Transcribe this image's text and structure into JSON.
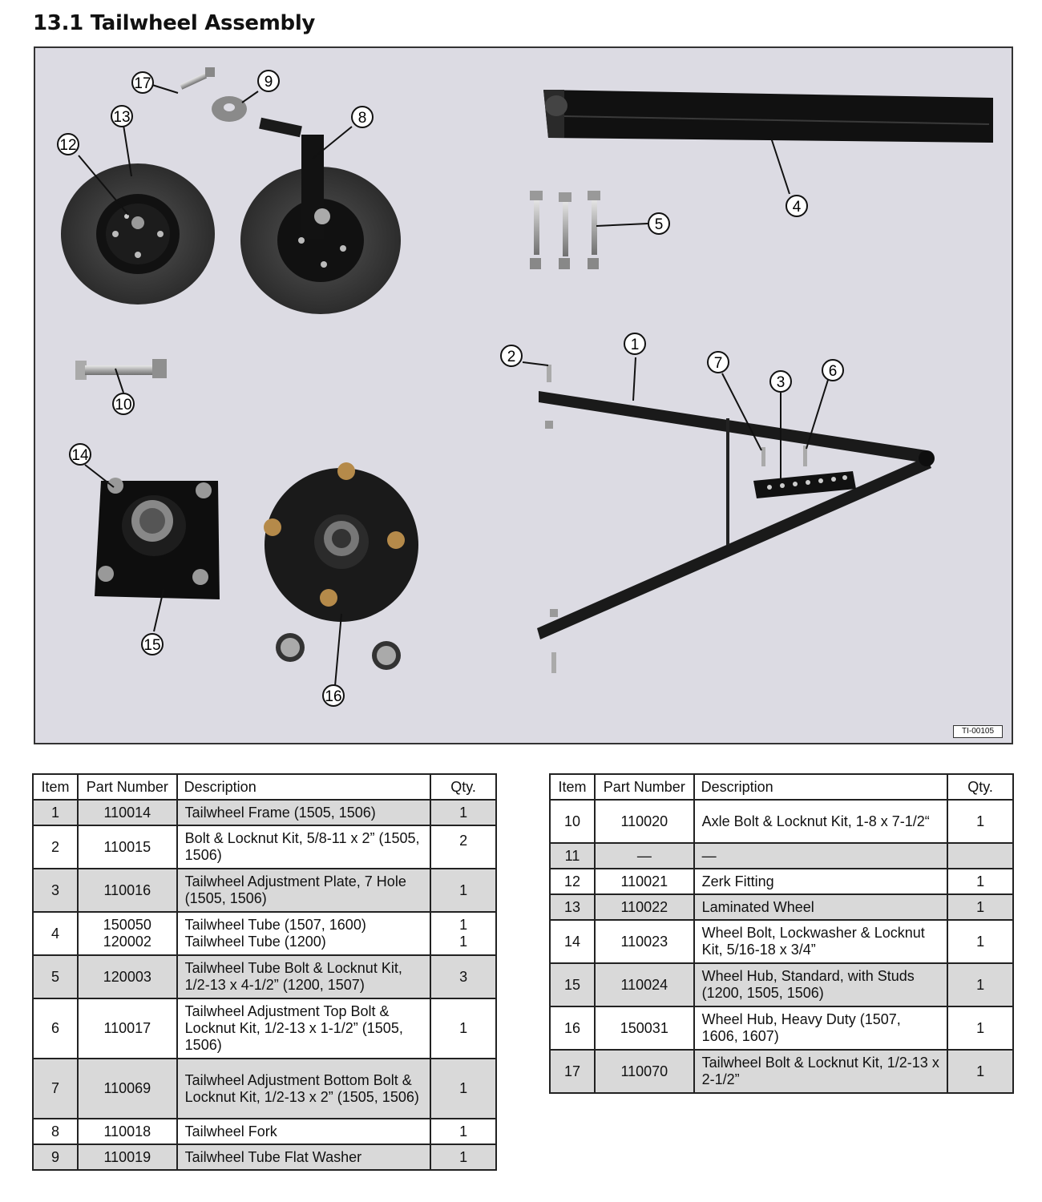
{
  "title": "13.1 Tailwheel Assembly",
  "figure_id": "TI-00105",
  "callouts": [
    "1",
    "2",
    "3",
    "4",
    "5",
    "6",
    "7",
    "8",
    "9",
    "10",
    "12",
    "13",
    "14",
    "15",
    "16",
    "17"
  ],
  "table_headers": {
    "item": "Item",
    "part": "Part Number",
    "desc": "Description",
    "qty": "Qty."
  },
  "left_table": [
    {
      "item": "1",
      "part": "110014",
      "desc": "Tailwheel Frame (1505, 1506)",
      "qty": "1"
    },
    {
      "item": "2",
      "part": "110015",
      "desc": "Bolt & Locknut Kit, 5/8-11 x 2” (1505, 1506)",
      "qty": "2"
    },
    {
      "item": "3",
      "part": "110016",
      "desc": "Tailwheel Adjustment Plate, 7 Hole (1505, 1506)",
      "qty": "1"
    },
    {
      "item": "4",
      "part": "150050\n120002",
      "desc": "Tailwheel Tube (1507, 1600)\nTailwheel Tube (1200)",
      "qty": "1\n1"
    },
    {
      "item": "5",
      "part": "120003",
      "desc": "Tailwheel Tube Bolt & Locknut Kit, 1/2-13 x 4-1/2” (1200, 1507)",
      "qty": "3"
    },
    {
      "item": "6",
      "part": "110017",
      "desc": "Tailwheel Adjustment Top Bolt & Locknut Kit, 1/2-13 x 1-1/2” (1505, 1506)",
      "qty": "1"
    },
    {
      "item": "7",
      "part": "110069",
      "desc": "Tailwheel Adjustment Bottom Bolt & Locknut Kit, 1/2-13 x 2” (1505, 1506)",
      "qty": "1"
    },
    {
      "item": "8",
      "part": "110018",
      "desc": "Tailwheel Fork",
      "qty": "1"
    },
    {
      "item": "9",
      "part": "110019",
      "desc": "Tailwheel Tube Flat Washer",
      "qty": "1"
    }
  ],
  "right_table": [
    {
      "item": "10",
      "part": "110020",
      "desc": "Axle Bolt & Locknut Kit, 1-8 x 7-1/2“",
      "qty": "1"
    },
    {
      "item": "11",
      "part": "—",
      "desc": "—",
      "qty": ""
    },
    {
      "item": "12",
      "part": "110021",
      "desc": "Zerk Fitting",
      "qty": "1"
    },
    {
      "item": "13",
      "part": "110022",
      "desc": "Laminated Wheel",
      "qty": "1"
    },
    {
      "item": "14",
      "part": "110023",
      "desc": "Wheel Bolt, Lockwasher & Locknut Kit, 5/16-18 x 3/4”",
      "qty": "1"
    },
    {
      "item": "15",
      "part": "110024",
      "desc": "Wheel Hub, Standard, with Studs (1200, 1505, 1506)",
      "qty": "1"
    },
    {
      "item": "16",
      "part": "150031",
      "desc": "Wheel Hub, Heavy Duty (1507, 1606, 1607)",
      "qty": "1"
    },
    {
      "item": "17",
      "part": "110070",
      "desc": "Tailwheel Bolt & Locknut Kit, 1/2-13 x 2-1/2”",
      "qty": "1"
    }
  ]
}
